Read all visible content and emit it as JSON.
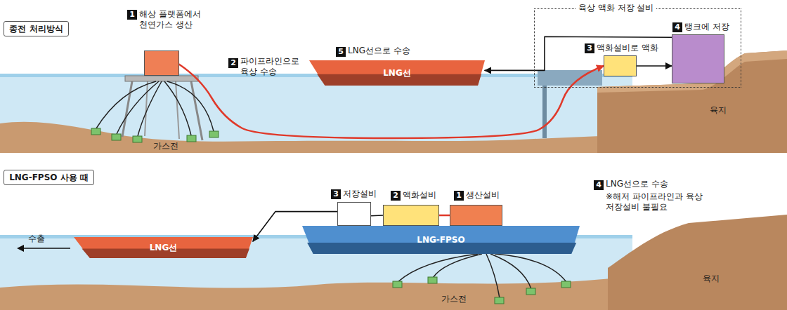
{
  "diagram": {
    "nodes": [
      {
        "text": [
          "종전 처리방식"
        ]
      },
      {
        "text": [
          "1",
          "해상 플랫폼에서 천연가스 생산"
        ]
      },
      {
        "text": [
          "LNG선"
        ]
      },
      {
        "text": [
          "육상 액화 저장 설비"
        ]
      },
      {
        "text": [
          "3",
          "액화설비로 액화"
        ],
        "in": 3
      },
      {
        "text": [
          "4",
          "탱크에 저장"
        ],
        "in": 3
      },
      {
        "text": [
          "LNG-FPSO 사용 때"
        ]
      },
      {
        "text": [
          "LNG선"
        ]
      },
      {
        "text": [
          "LNG-FPSO"
        ]
      },
      {
        "text": [
          "3",
          "저장설비"
        ]
      },
      {
        "text": [
          "2",
          "액화설비"
        ]
      },
      {
        "text": [
          "1",
          "생산설비"
        ]
      }
    ],
    "edges": [
      {
        "from": 1,
        "to": 4,
        "arrow": "to"
      },
      {
        "from": 4,
        "to": 5,
        "arrow": "to"
      },
      {
        "from": 5,
        "to": 2,
        "arrow": "to"
      },
      {
        "from": 11,
        "to": 10,
        "arrow": "none"
      },
      {
        "from": 10,
        "to": 9,
        "arrow": "none"
      },
      {
        "from": 9,
        "to": 7,
        "arrow": "to"
      }
    ],
    "labels": [
      "2",
      "파이프라인으로 육상 수송",
      "5",
      "LNG선으로 수송",
      "가스전",
      "육지",
      "4",
      "LNG선으로 수송",
      "※해저 파이프라인과 육상 저장설비 불필요",
      "수출",
      "가스전",
      "육지"
    ]
  }
}
